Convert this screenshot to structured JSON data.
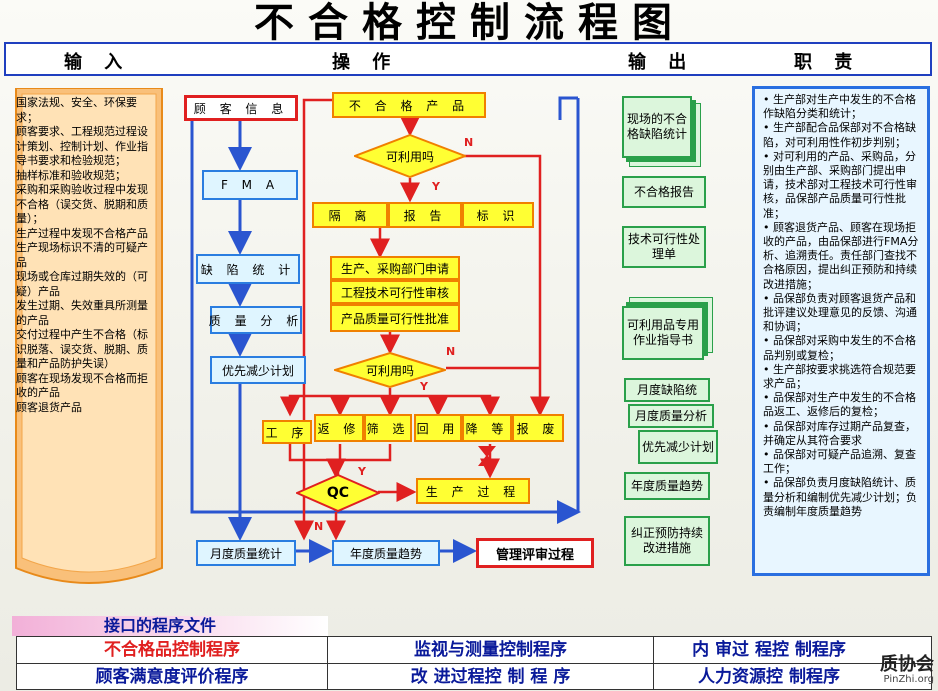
{
  "title": "不合格控制流程图",
  "header": {
    "input": "输 入",
    "operation": "操 作",
    "output": "输 出",
    "duty": "职 责"
  },
  "inputs": [
    "国家法规、安全、环保要求；",
    "顾客要求、工程规范过程设计策划、控制计划、作业指导书要求和检验规范；",
    "抽样标准和验收规范；",
    "采购和采购验收过程中发现不合格（误交货、脱期和质量）；",
    "生产过程中发现不合格产品",
    "生产现场标识不清的可疑产品",
    "现场或仓库过期失效的（可疑）产品",
    "发生过期、失效重具所测量的产品",
    "交付过程中产生不合格（标识脱落、误交货、脱期、质量和产品防护失误）",
    "顾客在现场发现不合格而拒收的产品",
    "顾客退货产品"
  ],
  "flow": {
    "customer_info": "顾 客 信 息",
    "nonconforming": "不 合 格 产 品",
    "usable1": "可利用吗",
    "isolate": "隔 离",
    "report": "报 告",
    "mark": "标 识",
    "fma": "F M A",
    "defect_stats": "缺 陷 统 计",
    "quality_analysis": "质 量 分 析",
    "priority_plan": "优先减少计划",
    "prod_purchase": "生产、采购部门申请",
    "eng_review": "工程技术可行性审核",
    "qa_approve": "产品质量可行性批准",
    "usable2": "可利用吗",
    "work": "工 序",
    "rework": "返 修",
    "screen": "筛 选",
    "reuse": "回 用",
    "downgrade": "降 等",
    "scrap": "报 废",
    "qc": "QC",
    "production": "生 产 过 程",
    "monthly_stats": "月度质量统计",
    "yearly_trend": "年度质量趋势",
    "mgmt_review": "管理评审过程",
    "label_n": "N",
    "label_y": "Y"
  },
  "outputs": [
    "现场的不合格缺陷统计",
    "不合格报告",
    "技术可行性处理单",
    "可利用品专用作业指导书",
    "月度缺陷统",
    "月度质量分析",
    "优先减少计划",
    "年度质量趋势",
    "纠正预防持续改进措施"
  ],
  "duties": [
    "• 生产部对生产中发生的不合格作缺陷分类和统计；",
    "• 生产部配合品保部对不合格缺陷，对可利用性作初步判别；",
    "• 对可利用的产品、采购品，分别由生产部、采购部门提出申请，技术部对工程技术可行性审核，品保部产品质量可行性批准；",
    "• 顾客退货产品、顾客在现场拒收的产品，由品保部进行FMA分析、追溯责任。责任部门查找不合格原因，提出纠正预防和持续改进措施；",
    "• 品保部负责对顾客退货产品和批评建议处理意见的反馈、沟通和协调；",
    "• 品保部对采购中发生的不合格品判别或复检；",
    "• 生产部按要求挑选符合规范要求产品；",
    "• 品保部对生产中发生的不合格品返工、返修后的复检；",
    "• 品保部对库存过期产品复查，并确定从其符合要求",
    "• 品保部对可疑产品追溯、复查工作；",
    "• 品保部负责月度缺陷统计、质量分析和编制优先减少计划；负责编制年度质量趋势"
  ],
  "interface": {
    "title": "接口的程序文件",
    "row1": [
      "不合格品控制程序",
      "监视与测量控制程序",
      "内 审过 程控 制程序"
    ],
    "row2": [
      "顾客满意度评价程序",
      "改 进过程控 制 程 序",
      "人力资源控 制程序"
    ]
  },
  "watermark": {
    "name": "质协会",
    "site": "PinZhi.org"
  },
  "colors": {
    "flow_fill": "#ffff33",
    "flow_border": "#f08000",
    "blue_fill": "#dff5ff",
    "blue_border": "#2a7de0",
    "red": "#e02020",
    "output_fill": "#dcf6dc",
    "link_blue": "#0a1a9a"
  }
}
